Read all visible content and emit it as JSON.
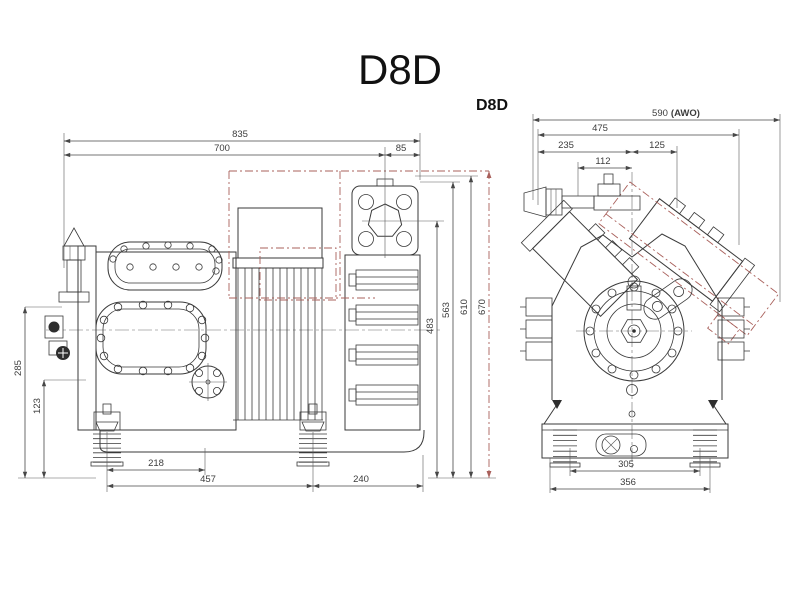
{
  "title": "D8D",
  "subtitle": "D8D",
  "colors": {
    "line_color": "#3a3a3a",
    "dim_color": "#474747",
    "red_color": "#a9605b"
  },
  "side_view": {
    "dims": {
      "d835": "835",
      "d700": "700",
      "d85": "85",
      "d483": "483",
      "d563": "563",
      "d610": "610",
      "d670": "670",
      "d285": "285",
      "d123": "123",
      "d218": "218",
      "d457": "457",
      "d240": "240"
    }
  },
  "end_view": {
    "dims": {
      "d590": "590",
      "d590_suffix": "(AWO)",
      "d475": "475",
      "d235": "235",
      "d125": "125",
      "d112": "112",
      "d305": "305",
      "d356": "356"
    }
  }
}
